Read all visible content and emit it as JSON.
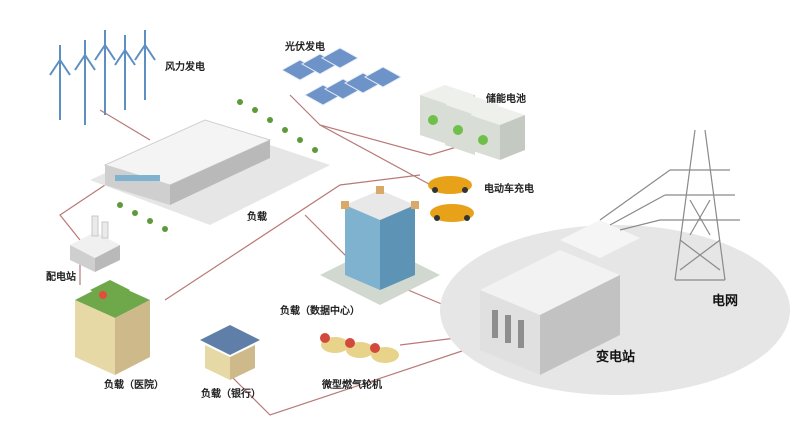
{
  "labels": {
    "wind": "风力发电",
    "solar": "光伏发电",
    "storage": "储能电池",
    "ev": "电动车充电",
    "load_factory": "负载",
    "distribution": "配电站",
    "load_datacenter": "负载（数据中心）",
    "microturbine": "微型燃气轮机",
    "load_hospital": "负载（医院）",
    "load_bank": "负载（银行）",
    "grid": "电网",
    "substation": "变电站"
  },
  "colors": {
    "line": "#b87a78",
    "building_light": "#f4f4f4",
    "building_shade": "#cfcfcf",
    "roof_green": "#6fa84a",
    "car": "#e7a21a",
    "battery": "#d8ddd6",
    "glass": "#7fb2cf",
    "ground": "#e9e9e9"
  }
}
